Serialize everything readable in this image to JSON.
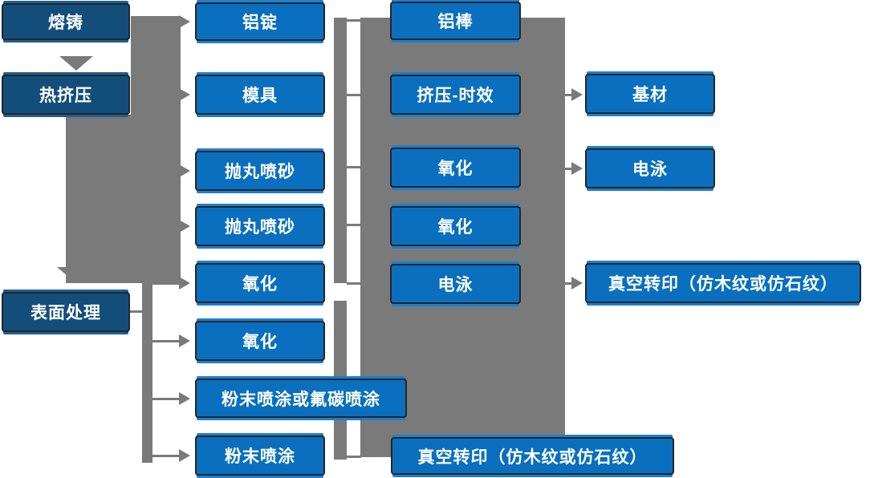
{
  "colors": {
    "box_blue": "#0a6fbe",
    "box_dark_blue": "#134e7b",
    "connector_gray": "#7a7a7a",
    "text_color": "#ffffff"
  },
  "nodes": {
    "melt": {
      "label": "熔铸"
    },
    "hot_extrusion": {
      "label": "热挤压"
    },
    "surface_treatment": {
      "label": "表面处理"
    },
    "al_ingot": {
      "label": "铝锭"
    },
    "mold": {
      "label": "模具"
    },
    "shot_blast_1": {
      "label": "抛丸喷砂"
    },
    "shot_blast_2": {
      "label": "抛丸喷砂"
    },
    "oxidation_c2_1": {
      "label": "氧化"
    },
    "oxidation_c2_2": {
      "label": "氧化"
    },
    "powder_or_fluorocarbon": {
      "label": "粉末喷涂或氟碳喷涂"
    },
    "powder_coating": {
      "label": "粉末喷涂"
    },
    "al_rod": {
      "label": "铝棒"
    },
    "extrusion_aging": {
      "label": "挤压-时效"
    },
    "oxidation_c3_1": {
      "label": "氧化"
    },
    "oxidation_c3_2": {
      "label": "氧化"
    },
    "electrophoresis_c3": {
      "label": "电泳"
    },
    "vacuum_transfer_bottom": {
      "label": "真空转印（仿木纹或仿石纹）"
    },
    "base_material": {
      "label": "基材"
    },
    "electrophoresis_c4": {
      "label": "电泳"
    },
    "vacuum_transfer_right": {
      "label": "真空转印（仿木纹或仿石纹）"
    }
  }
}
